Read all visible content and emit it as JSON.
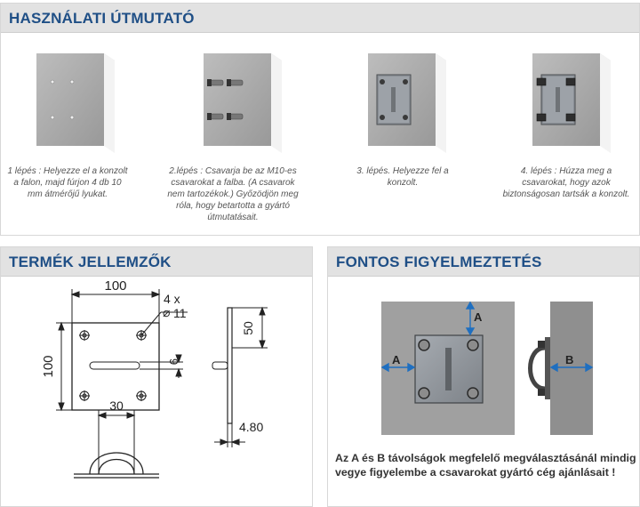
{
  "usage": {
    "title": "HASZNÁLATI ÚTMUTATÓ",
    "steps": [
      {
        "caption": "1 lépés : Helyezze el a konzolt a falon, majd fúrjon 4 db 10 mm átmérőjű lyukat."
      },
      {
        "caption": "2.lépés : Csavarja be az M10-es csavarokat a falba. (A csavarok nem tartozékok.) Győzödjön meg róla, hogy betartotta a gyártó útmutatásait."
      },
      {
        "caption": "3. lépés. Helyezze fel a konzolt."
      },
      {
        "caption": "4. lépés : Húzza meg a csavarokat, hogy azok biztonságosan tartsák a konzolt."
      }
    ]
  },
  "features": {
    "title": "TERMÉK JELLEMZŐK",
    "dims": {
      "top_width": "100",
      "left_height": "100",
      "holes_count": "4 x",
      "hole_diameter": "11",
      "slot_width": "9",
      "side_height": "50",
      "thickness": "4.80",
      "loop_width": "30"
    }
  },
  "warning": {
    "title": "FONTOS FIGYELMEZTETÉS",
    "label_a": "A",
    "label_b": "B",
    "text": "Az  A és B távolságok megfelelő megválasztásánál mindig vegye figyelembe a csavarokat gyártó cég ajánlásait !"
  }
}
